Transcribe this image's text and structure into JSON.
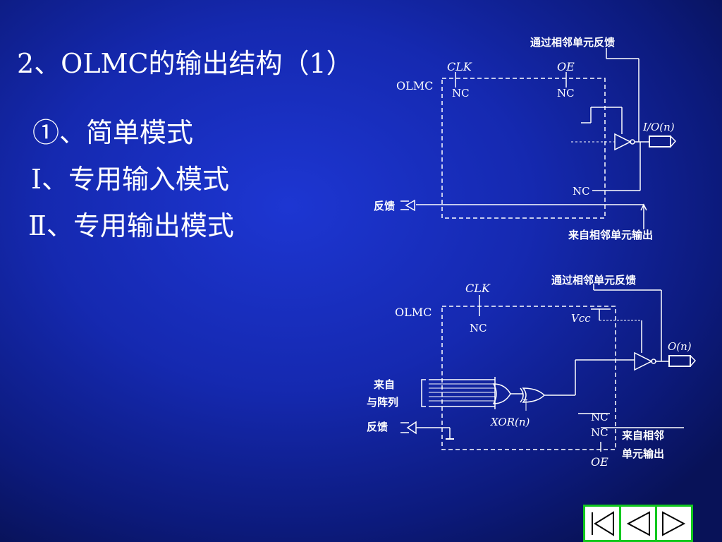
{
  "slide": {
    "title": "2、OLMC的输出结构（1）",
    "modes": [
      "①、简单模式",
      "Ⅰ、专用输入模式",
      "Ⅱ、专用输出模式"
    ]
  },
  "diagram_top": {
    "labels": {
      "feedback_via_neighbor": "通过相邻单元反馈",
      "clk": "CLK",
      "oe": "OE",
      "olmc": "OLMC",
      "nc_clk": "NC",
      "nc_oe": "NC",
      "io": "I/O(n)",
      "nc_bottom": "NC",
      "feedback": "反馈",
      "from_neighbor_output": "来自相邻单元输出"
    }
  },
  "diagram_bottom": {
    "labels": {
      "feedback_via_neighbor": "通过相邻单元反馈",
      "clk": "CLK",
      "olmc": "OLMC",
      "nc_clk": "NC",
      "vcc": "Vcc",
      "output": "O(n)",
      "from_and_array_line1": "来自",
      "from_and_array_line2": "与阵列",
      "feedback": "反馈",
      "xor": "XOR(n)",
      "nc1": "NC",
      "nc2": "NC",
      "from_neighbor_line1": "来自相邻",
      "from_neighbor_line2": "单元输出",
      "oe": "OE"
    }
  },
  "nav": {
    "accent_color": "#12c81e",
    "buttons": [
      "first-slide-icon",
      "previous-slide-icon",
      "next-slide-icon"
    ]
  }
}
